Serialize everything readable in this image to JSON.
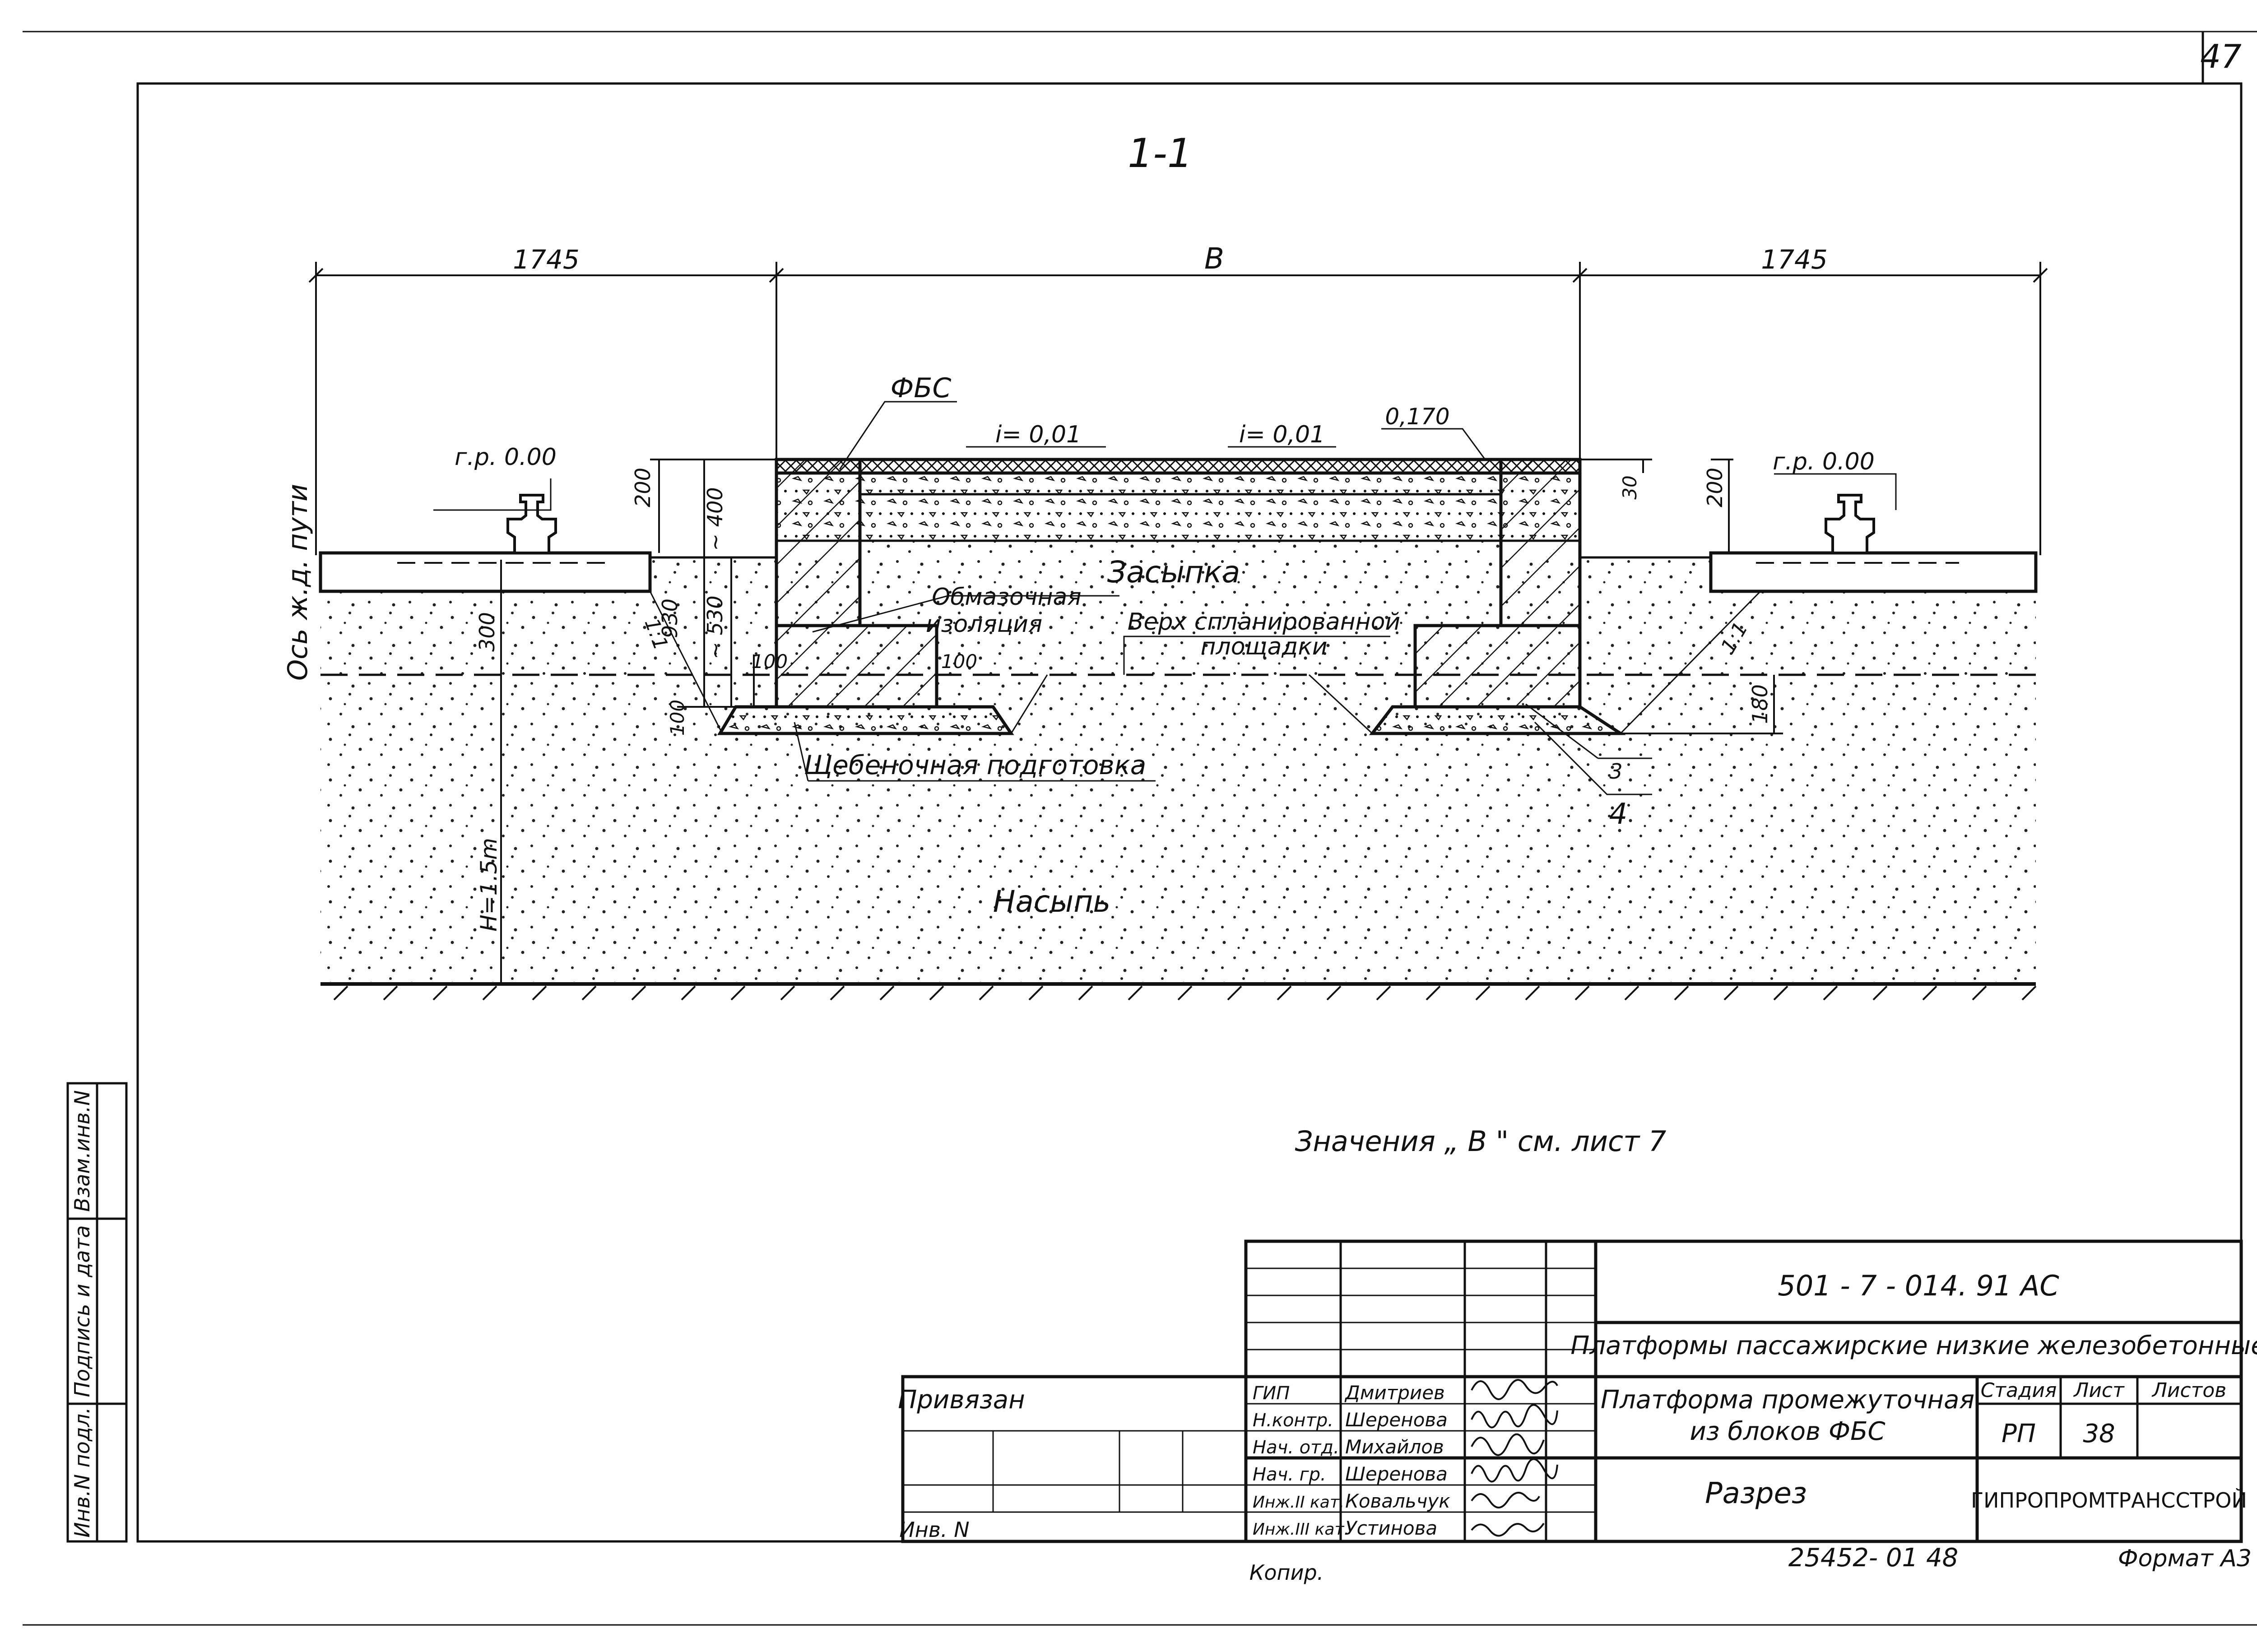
{
  "sheet_number": "47",
  "section_title": "1-1",
  "dimensions": {
    "left_width": "1745",
    "center_width": "B",
    "right_width": "1745",
    "h200_left": "200",
    "h400": "~ 400",
    "h930": "930",
    "h530": "~ 530",
    "h300": "300",
    "h100_a": "100",
    "h100_b": "100",
    "h100_c": "100",
    "h30": "30",
    "h200_right": "200",
    "h180": "180",
    "h_embankment": "H=1.5m",
    "slope_left": "1:1",
    "slope_right": "1:1"
  },
  "labels": {
    "fbs": "ФБС",
    "slope_i1": "i= 0,01",
    "slope_i2": "i= 0,01",
    "elev_0170": "0,170",
    "rail_level_left": "г.р. 0.00",
    "rail_level_right": "г.р. 0.00",
    "track_axis": "Ось ж.д. пути",
    "backfill": "Засыпка",
    "coating_insulation_1": "Обмазочная",
    "coating_insulation_2": "изоляция",
    "graded_top_1": "Верх спланированной",
    "graded_top_2": "площадки",
    "gravel_prep": "Щебеночная подготовка",
    "callout_3": "3",
    "callout_4": "4",
    "embankment": "Насыпь",
    "note": "Значения „ B \" см. лист 7"
  },
  "side_stamp": {
    "col1": "Взам.инв.N",
    "col2": "Подпись и дата",
    "col3": "Инв.N подл."
  },
  "title_block": {
    "doc_code": "501 - 7 - 014. 91  АС",
    "project": "Платформы пассажирские низкие железобетонные",
    "drawing_name_1": "Платформа промежуточная",
    "drawing_name_2": "из блоков ФБС",
    "sheet_title": "Разрез",
    "stage_label": "Стадия",
    "sheet_label": "Лист",
    "sheets_label": "Листов",
    "stage": "РП",
    "sheet": "38",
    "sheets": "",
    "organization": "ГИПРОПРОМТРАНССТРОЙ",
    "linked": "Привязан",
    "inv_no": "Инв. N",
    "staff": [
      {
        "role": "ГИП",
        "name": "Дмитриев"
      },
      {
        "role": "Н.контр.",
        "name": "Шеренова"
      },
      {
        "role": "Нач. отд.",
        "name": "Михайлов"
      },
      {
        "role": "Нач. гр.",
        "name": "Шеренова"
      },
      {
        "role": "Инж.II кат.",
        "name": "Ковальчук"
      },
      {
        "role": "Инж.III кат.",
        "name": "Устинова"
      }
    ]
  },
  "footer": {
    "copied": "Копир.",
    "archive_no": "25452- 01   48",
    "format": "Формат А3"
  }
}
